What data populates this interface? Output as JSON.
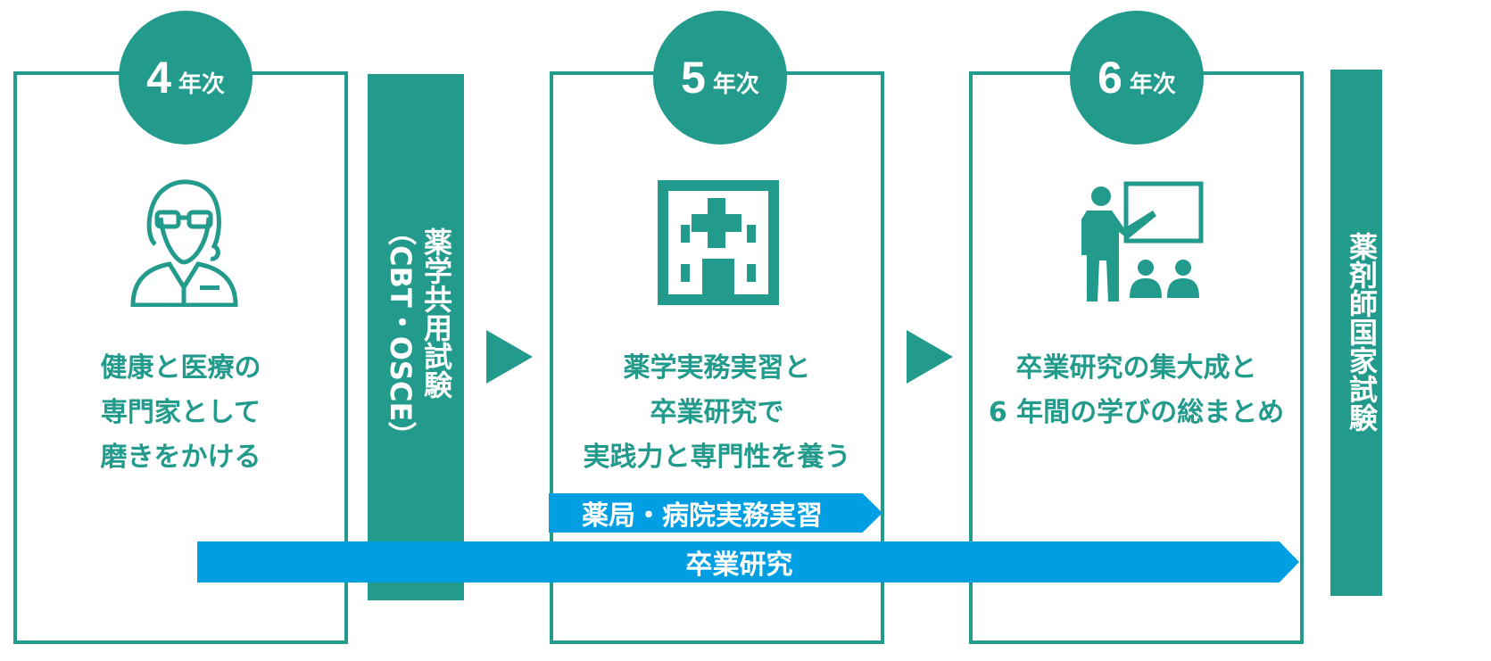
{
  "stages": [
    {
      "year": "4",
      "unit": "年次",
      "desc_lines": [
        "健康と医療の",
        "専門家として",
        "磨きをかける"
      ]
    },
    {
      "year": "5",
      "unit": "年次",
      "desc_lines": [
        "薬学実務実習と",
        "卒業研究で",
        "実践力と専門性を養う"
      ]
    },
    {
      "year": "6",
      "unit": "年次",
      "desc_lines": [
        "卒業研究の集大成と",
        "6 年間の学びの総まとめ"
      ]
    }
  ],
  "exam1": {
    "title": "薬学共用試験",
    "subtitle": "（CBT・OSCE）"
  },
  "exam2": {
    "title": "薬剤師国家試験"
  },
  "bars": {
    "practice": "薬局・病院実務実習",
    "research": "卒業研究"
  },
  "colors": {
    "teal": "#239b8c",
    "blue": "#009fe3"
  },
  "icons": [
    "pharmacist-icon",
    "hospital-icon",
    "presentation-icon"
  ]
}
